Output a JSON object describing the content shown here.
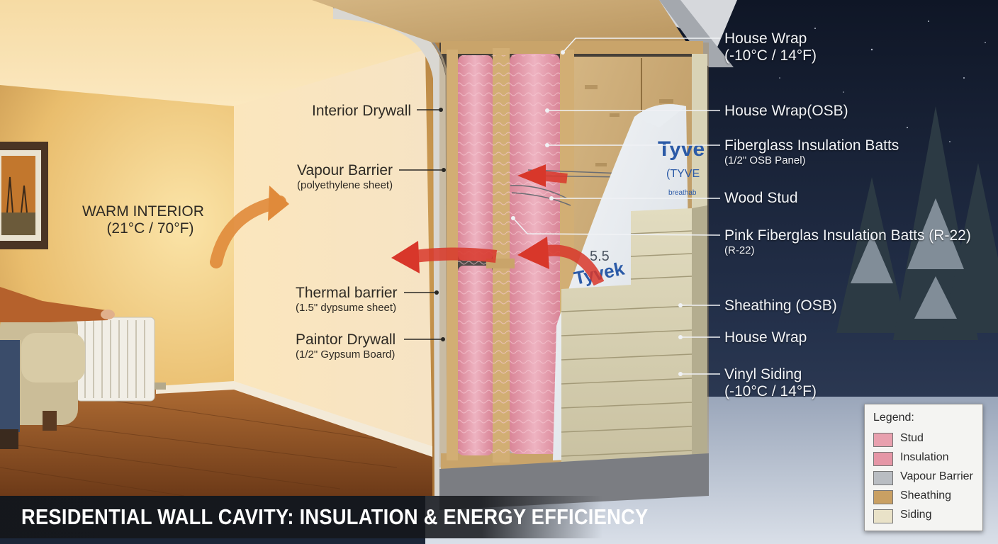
{
  "title": "RESIDENTIAL WALL CAVITY: INSULATION & ENERGY EFFICIENCY",
  "interior": {
    "label": "WARM INTERIOR",
    "temp": "(21°C / 70°F)"
  },
  "left_labels": [
    {
      "name": "Interior Drywall",
      "sub": ""
    },
    {
      "name": "Vapour Barrier",
      "sub": "(polyethylene sheet)"
    },
    {
      "name": "Thermal barrier",
      "sub": "(1.5\" dypsume sheet)"
    },
    {
      "name": "Paintor Drywall",
      "sub": "(1/2\" Gypsum Board)"
    }
  ],
  "right_labels": [
    {
      "name": "House Wrap",
      "sub": "(-10°C / 14°F)"
    },
    {
      "name": "House Wrap(OSB)",
      "sub": ""
    },
    {
      "name": "Fiberglass Insulation Batts",
      "sub": "(1/2\" OSB Panel)"
    },
    {
      "name": "Wood Stud",
      "sub": ""
    },
    {
      "name": "Pink Fiberglas Insulation Batts (R-22)",
      "sub": "(R-22)"
    },
    {
      "name": "Sheathing (OSB)",
      "sub": ""
    },
    {
      "name": "House Wrap",
      "sub": ""
    },
    {
      "name": "Vinyl Siding",
      "sub": "(-10°C / 14°F)"
    }
  ],
  "wrap_text": {
    "brand_a": "Tyve",
    "brand_b": "(TYVE",
    "brand_c": "breathab",
    "number": "5.5",
    "brand_d": "Tyvek"
  },
  "legend": {
    "title": "Legend:",
    "items": [
      {
        "label": "Stud",
        "color": "#e8a0ae"
      },
      {
        "label": "Insulation",
        "color": "#e596a6"
      },
      {
        "label": "Vapour Barrier",
        "color": "#b9bdc2"
      },
      {
        "label": "Sheathing",
        "color": "#c9a063"
      },
      {
        "label": "Siding",
        "color": "#e9e2c8"
      }
    ]
  },
  "colors": {
    "interior_warm": "#e8b865",
    "insulation_pink": "#e7a3b4",
    "stud_wood": "#c9a46a",
    "osb": "#c8a874",
    "siding": "#d8d2b4",
    "night_sky": "#1d2a44",
    "heat_arrow": "#d8372a",
    "warm_arrow": "#e08a3a"
  }
}
